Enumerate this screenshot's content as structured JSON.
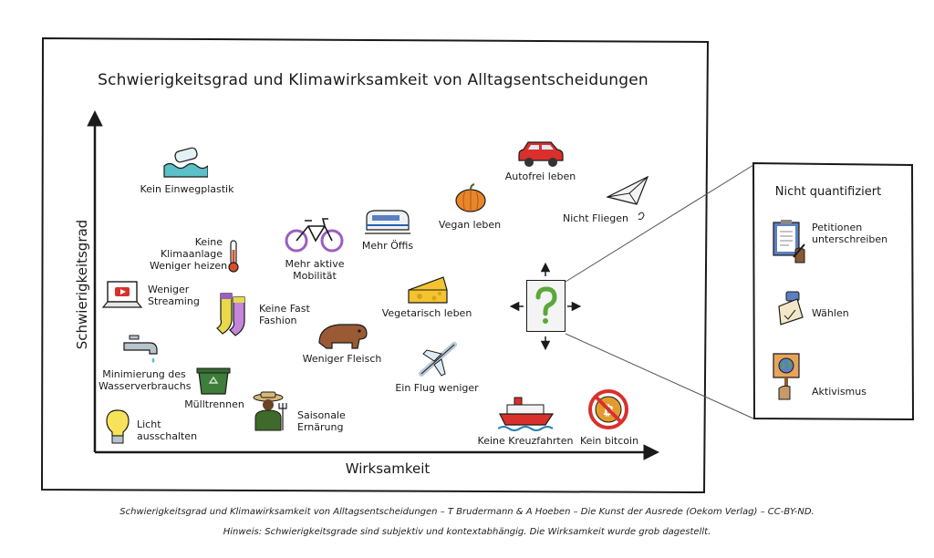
{
  "title": "Schwierigkeitsgrad und Klimawirksamkeit von Alltagsentscheidungen",
  "axes": {
    "x": "Wirksamkeit",
    "y": "Schwierigkeitsgrad"
  },
  "items": [
    {
      "id": "einwegplastik",
      "text": "Kein Einwegplastik",
      "icon": "plastic-bottle-waves-icon"
    },
    {
      "id": "klimaanlage",
      "text": "Keine\nKlimaanlage\nWeniger heizen",
      "icon": "thermometer-icon"
    },
    {
      "id": "fahrrad",
      "text": "Mehr aktive\nMobilität",
      "icon": "bicycle-icon"
    },
    {
      "id": "oeffis",
      "text": "Mehr Öffis",
      "icon": "train-icon"
    },
    {
      "id": "vegan",
      "text": "Vegan leben",
      "icon": "pumpkin-icon"
    },
    {
      "id": "autofrei",
      "text": "Autofrei leben",
      "icon": "car-icon"
    },
    {
      "id": "fliegen",
      "text": "Nicht Fliegen",
      "icon": "paper-plane-icon"
    },
    {
      "id": "streaming",
      "text": "Weniger\nStreaming",
      "icon": "laptop-play-icon"
    },
    {
      "id": "fashion",
      "text": "Keine Fast\nFashion",
      "icon": "socks-icon"
    },
    {
      "id": "vegetarisch",
      "text": "Vegetarisch leben",
      "icon": "cheese-icon"
    },
    {
      "id": "fleisch",
      "text": "Weniger Fleisch",
      "icon": "capybara-icon"
    },
    {
      "id": "wasser",
      "text": "Minimierung des\nWasserverbrauchs",
      "icon": "water-tap-icon"
    },
    {
      "id": "flug",
      "text": "Ein Flug weniger",
      "icon": "airplane-icon"
    },
    {
      "id": "muell",
      "text": "Mülltrennen",
      "icon": "recycling-bin-icon"
    },
    {
      "id": "saisonal",
      "text": "Saisonale\nErnärung",
      "icon": "farmer-icon"
    },
    {
      "id": "licht",
      "text": "Licht\nausschalten",
      "icon": "lightbulb-icon"
    },
    {
      "id": "kreuzfahrt",
      "text": "Keine Kreuzfahrten",
      "icon": "cruise-ship-icon"
    },
    {
      "id": "bitcoin",
      "text": "Kein bitcoin",
      "icon": "no-bitcoin-icon"
    }
  ],
  "unquantified": {
    "title": "Nicht quantifiziert",
    "icon": "question-mark-icon",
    "items": [
      {
        "text": "Petitionen\nunterschreiben",
        "icon": "clipboard-pen-icon"
      },
      {
        "text": "Wählen",
        "icon": "ballot-icon"
      },
      {
        "text": "Aktivismus",
        "icon": "protest-sign-icon"
      }
    ]
  },
  "footer": {
    "line1": "Schwierigkeitsgrad und Klimawirksamkeit von Alltagsentscheidungen – T Brudermann & A Hoeben – Die Kunst der Ausrede (Oekom Verlag) – CC-BY-ND.",
    "line2": "Hinweis: Schwierigkeitsgrade sind subjektiv und kontextabhängig. Die Wirksamkeit wurde grob dagestellt."
  },
  "colors": {
    "ink": "#1a1a1a",
    "water": "#5bc0c8",
    "bike": "#9b5fc0",
    "pumpkin": "#e8862a",
    "car": "#d9302c",
    "cheese": "#f4c430",
    "capybara": "#9a5a34",
    "bin": "#3f7d3a",
    "bulb": "#f7e35a",
    "ship": "#d9302c",
    "bitcoin": "#e39b2d",
    "thermo": "#d4502a"
  }
}
